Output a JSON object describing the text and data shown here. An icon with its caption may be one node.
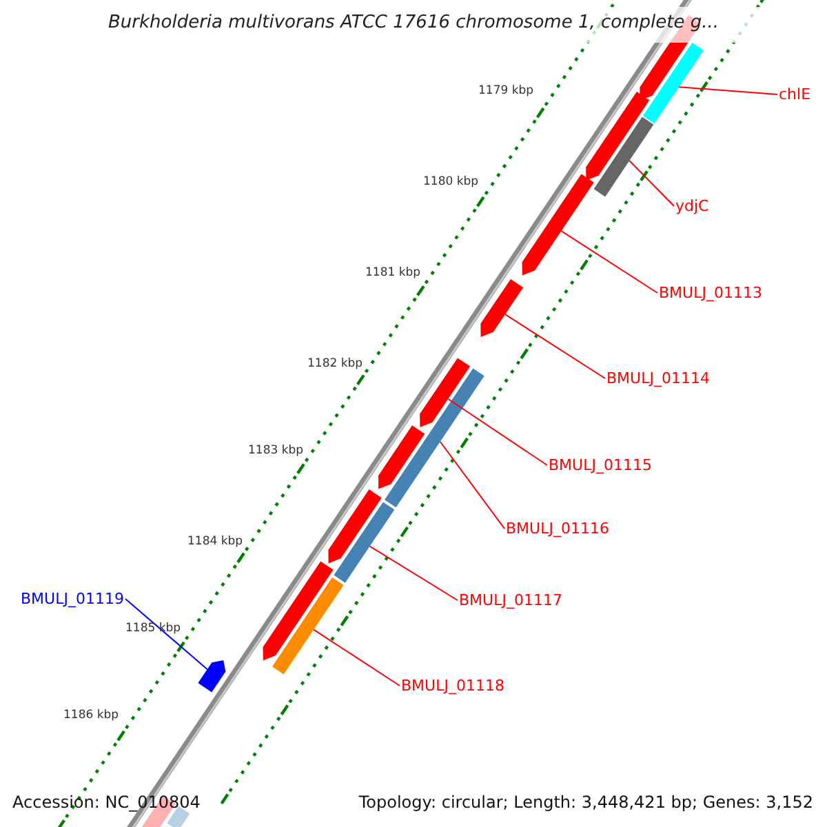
{
  "diagram": {
    "title": "Burkholderia multivorans ATCC 17616 chromosome 1, complete g...",
    "nodes": [
      {
        "text": [
          "chlE"
        ]
      },
      {
        "text": [
          "ydjC"
        ]
      },
      {
        "text": [
          "BMULJ_01113"
        ]
      },
      {
        "text": [
          "BMULJ_01114"
        ]
      },
      {
        "text": [
          "BMULJ_01115"
        ]
      },
      {
        "text": [
          "BMULJ_01116"
        ]
      },
      {
        "text": [
          "BMULJ_01117"
        ]
      },
      {
        "text": [
          "BMULJ_01118"
        ]
      },
      {
        "text": [
          "BMULJ_01119"
        ]
      },
      {
        "text": [],
        "shape": "bar"
      },
      {
        "text": [],
        "shape": "bar"
      },
      {
        "text": [],
        "shape": "arrow"
      },
      {
        "text": [],
        "shape": "arrow"
      },
      {
        "text": [],
        "shape": "arrow"
      },
      {
        "text": [],
        "shape": "bar"
      },
      {
        "text": [],
        "shape": "bar"
      },
      {
        "text": [],
        "shape": "bar"
      },
      {
        "text": [],
        "shape": "arrow"
      }
    ],
    "edges": [
      {
        "from": 0,
        "to": 9,
        "arrow": "none"
      },
      {
        "from": 1,
        "to": 10,
        "arrow": "none"
      },
      {
        "from": 2,
        "to": 11,
        "arrow": "none"
      },
      {
        "from": 3,
        "to": 12,
        "arrow": "none"
      },
      {
        "from": 4,
        "to": 13,
        "arrow": "none"
      },
      {
        "from": 5,
        "to": 14,
        "arrow": "none"
      },
      {
        "from": 6,
        "to": 15,
        "arrow": "none"
      },
      {
        "from": 7,
        "to": 16,
        "arrow": "none"
      },
      {
        "from": 8,
        "to": 17,
        "arrow": "none",
        "color": "#0000ff"
      }
    ],
    "labels": [
      "1179 kbp",
      "1180 kbp",
      "1181 kbp",
      "1182 kbp",
      "1183 kbp",
      "1184 kbp",
      "1185 kbp",
      "1186 kbp",
      "Accession: NC_010804",
      "Topology: circular; Length: 3,448,421 bp; Genes: 3,152"
    ]
  }
}
